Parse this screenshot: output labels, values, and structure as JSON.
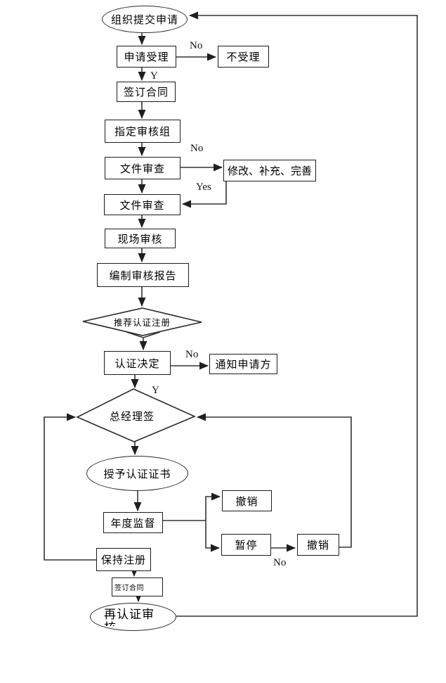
{
  "diagram": {
    "type": "flowchart",
    "background_color": "#ffffff",
    "line_color": "#333333",
    "nodes": {
      "submit": {
        "shape": "ellipse",
        "label": "组织提交申请"
      },
      "accept": {
        "shape": "rect",
        "label": "申请受理"
      },
      "reject": {
        "shape": "rect",
        "label": "不受理"
      },
      "contract1": {
        "shape": "rect",
        "label": "签订合同"
      },
      "team": {
        "shape": "rect",
        "label": "指定审核组"
      },
      "doc1": {
        "shape": "rect",
        "label": "文件审查"
      },
      "modify": {
        "shape": "rect",
        "label": "修改、补充、完善"
      },
      "doc2": {
        "shape": "rect",
        "label": "文件审查"
      },
      "onsite": {
        "shape": "rect",
        "label": "现场审核"
      },
      "report": {
        "shape": "rect",
        "label": "编制审核报告"
      },
      "recommend": {
        "shape": "diamond",
        "label": "推荐认证注册"
      },
      "decision": {
        "shape": "rect",
        "label": "认证决定"
      },
      "notify": {
        "shape": "rect",
        "label": "通知申请方"
      },
      "gm": {
        "shape": "diamond",
        "label": "总经理签"
      },
      "grant": {
        "shape": "ellipse",
        "label": "授予认证证书"
      },
      "annual": {
        "shape": "rect",
        "label": "年度监督"
      },
      "revoke1": {
        "shape": "rect",
        "label": "撤销"
      },
      "suspend": {
        "shape": "rect",
        "label": "暂停"
      },
      "revoke2": {
        "shape": "rect",
        "label": "撤销"
      },
      "keep": {
        "shape": "rect",
        "label": "保持注册"
      },
      "contract2": {
        "shape": "rect",
        "label": "签订合同"
      },
      "recert": {
        "shape": "ellipse",
        "label": "再认证审核"
      }
    },
    "edge_labels": {
      "accept_no": "No",
      "accept_yes": "Y",
      "doc_no": "No",
      "doc_yes": "Yes",
      "decision_no": "No",
      "decision_yes": "Y",
      "suspend_no": "No"
    }
  }
}
